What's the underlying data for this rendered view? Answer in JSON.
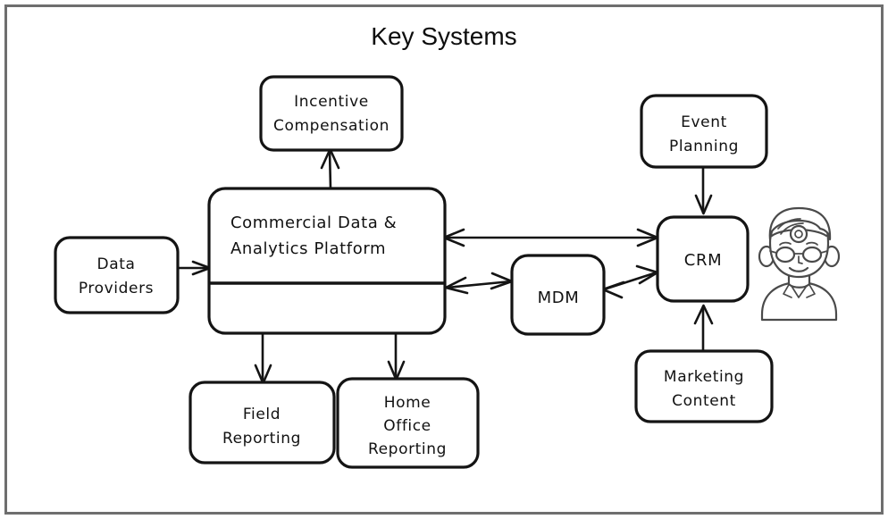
{
  "diagram": {
    "title": "Key Systems",
    "type": "flowchart",
    "style": "hand-drawn",
    "colors": {
      "stroke": "#141414",
      "background": "#ffffff",
      "frame": "#6e6e6e",
      "avatar_stroke": "#4a4a4a"
    },
    "nodes": [
      {
        "id": "incentive",
        "label": "Incentive\nCompensation",
        "line1": "Incentive",
        "line2": "Compensation",
        "shape": "rounded-rect"
      },
      {
        "id": "platform",
        "label": "Commercial Data &\nAnalytics Platform",
        "line1": "Commercial Data &",
        "line2": "Analytics Platform",
        "shape": "rounded-rect-divided"
      },
      {
        "id": "providers",
        "label": "Data\nProviders",
        "line1": "Data",
        "line2": "Providers",
        "shape": "rounded-rect"
      },
      {
        "id": "field",
        "label": "Field\nReporting",
        "line1": "Field",
        "line2": "Reporting",
        "shape": "rounded-rect"
      },
      {
        "id": "homeoffice",
        "label": "Home\nOffice\nReporting",
        "line1": "Home",
        "line2": "Office",
        "line3": "Reporting",
        "shape": "rounded-rect"
      },
      {
        "id": "mdm",
        "label": "MDM",
        "line1": "MDM",
        "shape": "rounded-rect"
      },
      {
        "id": "crm",
        "label": "CRM",
        "line1": "CRM",
        "shape": "rounded-rect"
      },
      {
        "id": "event",
        "label": "Event\nPlanning",
        "line1": "Event",
        "line2": "Planning",
        "shape": "rounded-rect"
      },
      {
        "id": "marketing",
        "label": "Marketing\nContent",
        "line1": "Marketing",
        "line2": "Content",
        "shape": "rounded-rect"
      }
    ],
    "edges": [
      {
        "from": "platform",
        "to": "incentive",
        "direction": "one-way"
      },
      {
        "from": "providers",
        "to": "platform",
        "direction": "one-way"
      },
      {
        "from": "platform",
        "to": "field",
        "direction": "one-way"
      },
      {
        "from": "platform",
        "to": "homeoffice",
        "direction": "one-way"
      },
      {
        "from": "platform",
        "to": "crm",
        "direction": "two-way"
      },
      {
        "from": "platform",
        "to": "mdm",
        "direction": "two-way"
      },
      {
        "from": "mdm",
        "to": "crm",
        "direction": "two-way"
      },
      {
        "from": "event",
        "to": "crm",
        "direction": "one-way"
      },
      {
        "from": "marketing",
        "to": "crm",
        "direction": "one-way"
      }
    ],
    "illustration": {
      "id": "doctor-avatar",
      "description": "Line drawing of a doctor wearing a head mirror and glasses"
    }
  }
}
